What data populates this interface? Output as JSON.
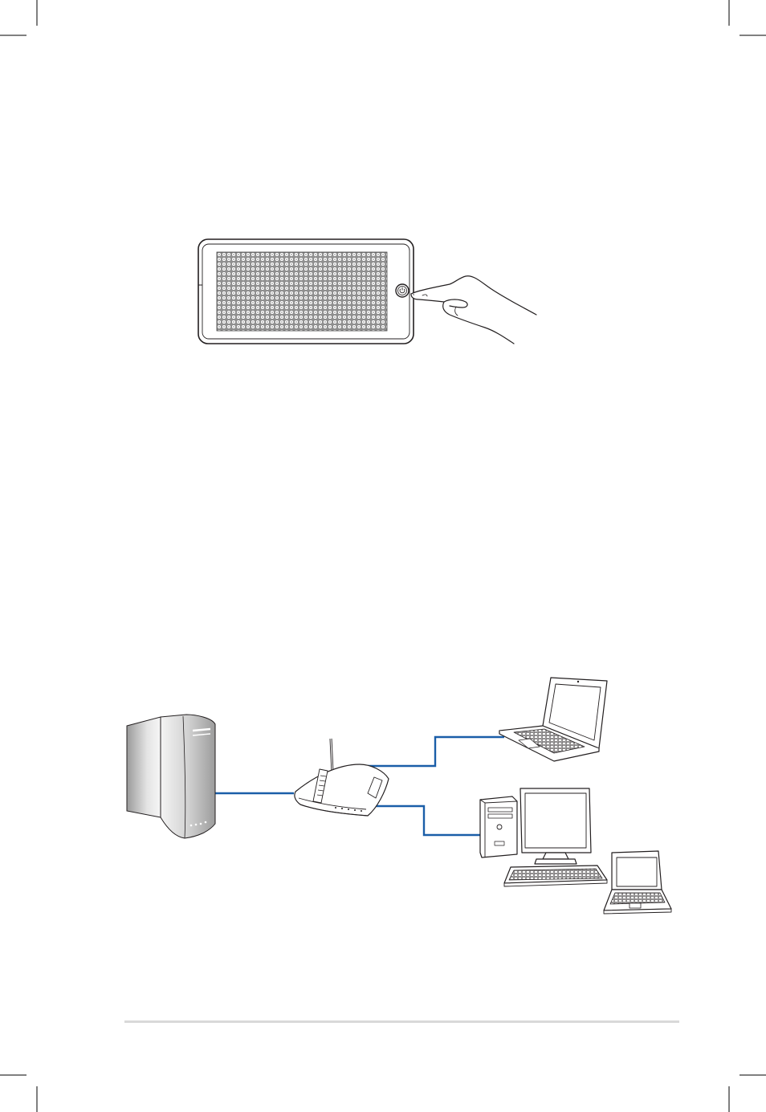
{
  "page": {
    "background": "#ffffff"
  },
  "colors": {
    "line_art": "#231f20",
    "network_cable": "#1a5ea8",
    "footer_rule": "#d9d9d9",
    "crop_marks": "#000000"
  },
  "figures": {
    "power_button_figure": {
      "icon": "power-icon"
    },
    "network_figure": {
      "devices": [
        {
          "id": "storage-server",
          "icon": "server-tower-icon"
        },
        {
          "id": "wireless-router",
          "icon": "router-icon"
        },
        {
          "id": "netbook",
          "icon": "netbook-icon"
        },
        {
          "id": "desktop-pc",
          "icon": "desktop-computer-icon"
        },
        {
          "id": "notebook",
          "icon": "laptop-icon"
        }
      ]
    }
  }
}
